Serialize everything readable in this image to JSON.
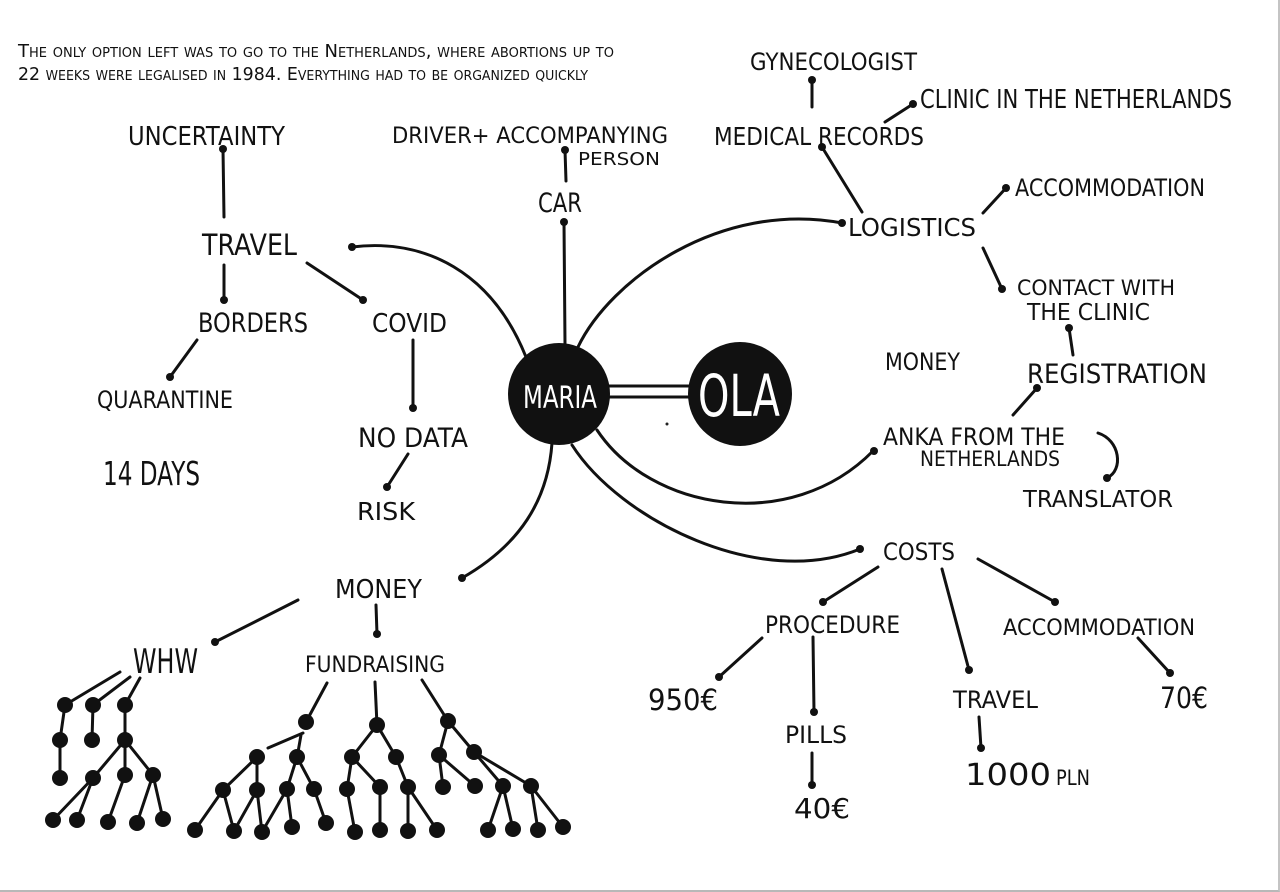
{
  "intro": {
    "line1": "The only option left was to go to the Netherlands, where abortions up to",
    "line2": "22 weeks were legalised in 1984. Everything had to be organized quickly"
  },
  "center": {
    "primary": "MARIA",
    "partner": "OLA"
  },
  "floating_label": "MONEY",
  "branches": {
    "travel": {
      "label": "TRAVEL",
      "uncertainty": "UNCERTAINTY",
      "borders": "BORDERS",
      "quarantine": "QUARANTINE",
      "quarantine_duration": "14 DAYS",
      "covid": "COVID",
      "no_data": "NO DATA",
      "risk": "RISK"
    },
    "car": {
      "label": "CAR",
      "detail_line1": "DRIVER+ ACCOMPANYING",
      "detail_line2": "PERSON"
    },
    "logistics": {
      "label": "LOGISTICS",
      "medical_records": "MEDICAL RECORDS",
      "gynecologist": "GYNECOLOGIST",
      "clinic": "CLINIC IN THE NETHERLANDS",
      "accommodation": "ACCOMMODATION",
      "contact_line1": "CONTACT WITH",
      "contact_line2": "THE CLINIC",
      "registration": "REGISTRATION"
    },
    "helper": {
      "line1": "ANKA FROM THE",
      "line2": "NETHERLANDS",
      "role": "TRANSLATOR"
    },
    "costs": {
      "label": "COSTS",
      "procedure": {
        "label": "PROCEDURE",
        "amount": "950€",
        "pills": {
          "label": "PILLS",
          "amount": "40€"
        }
      },
      "travel": {
        "label": "TRAVEL",
        "amount": "1000",
        "currency": "PLN"
      },
      "accommodation": {
        "label": "ACCOMMODATION",
        "amount": "70€"
      }
    },
    "money": {
      "label": "MONEY",
      "whw": "WHW",
      "fundraising": "FUNDRAISING"
    }
  }
}
